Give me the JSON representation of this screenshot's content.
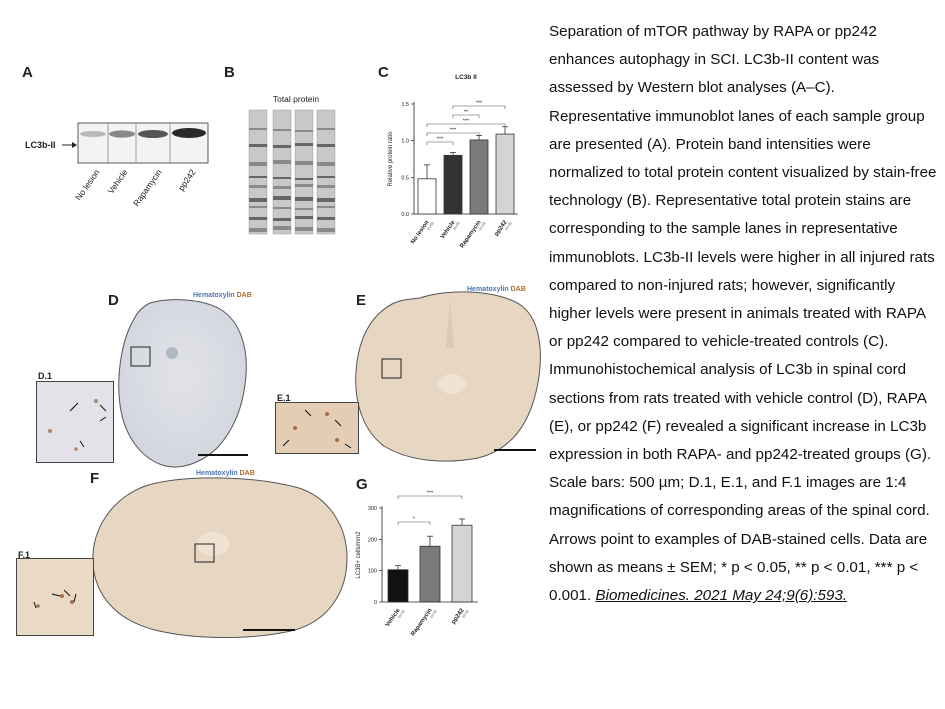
{
  "figure": {
    "panels": {
      "a": "A",
      "b": "B",
      "c": "C",
      "d": "D",
      "e": "E",
      "f": "F",
      "g": "G",
      "d1": "D.1",
      "e1": "E.1",
      "f1": "F.1"
    },
    "blot": {
      "band_label": "LC3b-II",
      "lanes": [
        "No lesion",
        "Vehicle",
        "Rapamycin",
        "pp242"
      ]
    },
    "total_protein_label": "Total protein",
    "stain_legend": {
      "hematoxylin": "Hematoxylin",
      "dab": "DAB"
    }
  },
  "chart_data": [
    {
      "panel": "C",
      "type": "bar",
      "title": "LC3b II",
      "ylabel": "Relative protein ratio",
      "categories": [
        "No lesion",
        "Vehicle",
        "Rapamycin",
        "pp242"
      ],
      "n_labels": [
        "(n=5)",
        "(n=5)",
        "(n=5)",
        "(n=5)"
      ],
      "values": [
        0.48,
        0.8,
        1.01,
        1.09
      ],
      "errors": [
        0.19,
        0.04,
        0.06,
        0.1
      ],
      "ylim": [
        0,
        1.5
      ],
      "yticks": [
        "0.0",
        "0.5",
        "1.0",
        "1.5"
      ],
      "colors": [
        "#ffffff",
        "#333333",
        "#7a7a7a",
        "#d4d4d4"
      ],
      "significance": [
        {
          "from": 0,
          "to": 1,
          "label": "***"
        },
        {
          "from": 0,
          "to": 2,
          "label": "***"
        },
        {
          "from": 0,
          "to": 3,
          "label": "***"
        },
        {
          "from": 1,
          "to": 2,
          "label": "**"
        },
        {
          "from": 1,
          "to": 3,
          "label": "***"
        }
      ]
    },
    {
      "panel": "G",
      "type": "bar",
      "title": "",
      "ylabel": "LC3B+ cells/mm2",
      "categories": [
        "Vehicle",
        "Rapamycin",
        "pp242"
      ],
      "n_labels": [
        "(n=5)",
        "(n=5)",
        "(n=5)"
      ],
      "values": [
        103,
        178,
        245
      ],
      "errors": [
        13,
        32,
        20
      ],
      "ylim": [
        0,
        300
      ],
      "yticks": [
        "0",
        "100",
        "200",
        "300"
      ],
      "colors": [
        "#111111",
        "#7a7a7a",
        "#d4d4d4"
      ],
      "significance": [
        {
          "from": 0,
          "to": 1,
          "label": "*"
        },
        {
          "from": 0,
          "to": 2,
          "label": "***"
        }
      ]
    }
  ],
  "caption": {
    "text": "Separation of mTOR pathway by RAPA or pp242 enhances autophagy in SCI. LC3b-II content was assessed by Western blot analyses (A–C). Representative immunoblot lanes of each sample group are presented (A). Protein band intensities were normalized to total protein content visualized by stain-free technology (B). Representative total protein stains are corresponding to the sample lanes in representative immunoblots. LC3b-II levels were higher in all injured rats compared to non-injured rats; however, significantly higher levels were present in animals treated with RAPA or pp242 compared to vehicle-treated controls (C). Immunohistochemical analysis of LC3b in spinal cord sections from rats treated with vehicle control (D), RAPA (E), or pp242 (F) revealed a significant increase in LC3b expression in both RAPA- and pp242-treated groups (G). Scale bars: 500 µm; D.1, E.1, and F.1 images are 1:4 magnifications of corresponding areas of the spinal cord. Arrows point to examples of DAB-stained cells. Data are shown as means ± SEM; * p < 0.05, ** p < 0.01, *** p < 0.001.",
    "citation": "Biomedicines. 2021 May 24;9(6):593."
  }
}
